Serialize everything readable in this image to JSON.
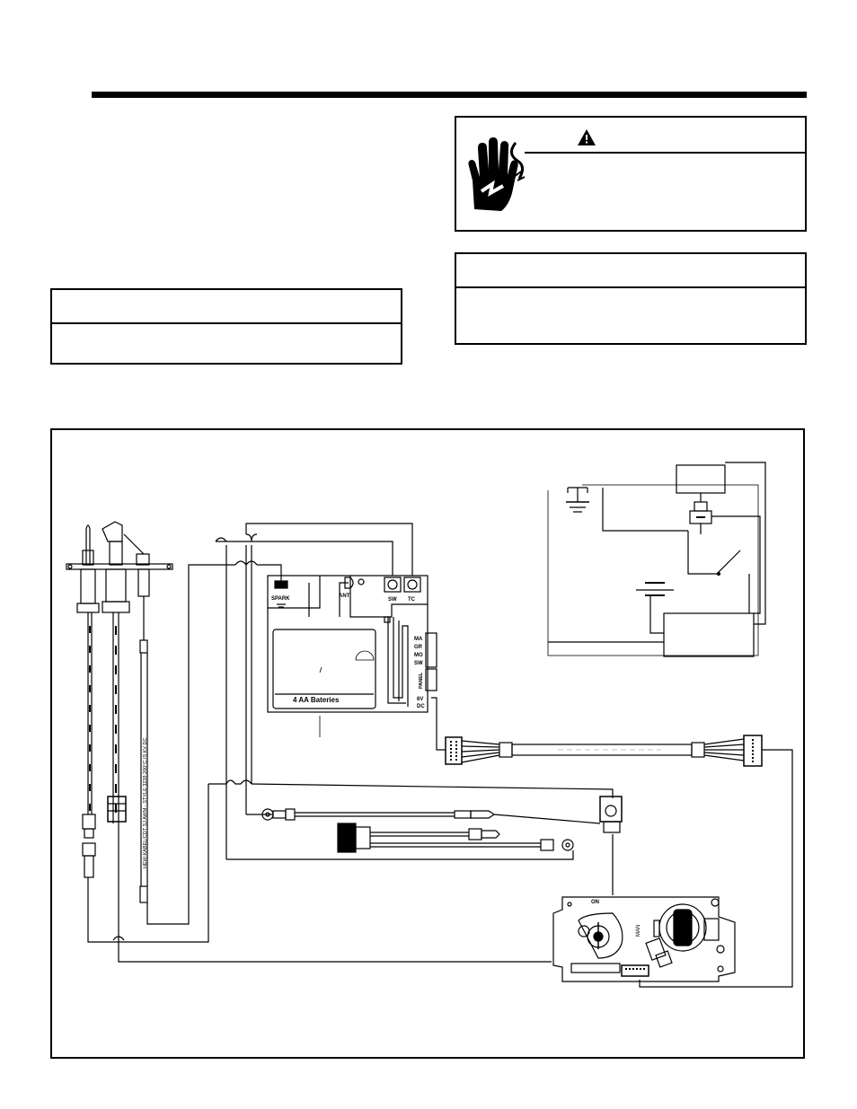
{
  "board": {
    "spark_label": "SPARK",
    "ant_label": "ANT",
    "sw_label": "SW",
    "tc_label": "TC",
    "ma_label": "MA",
    "gr_label": "GR",
    "mo_label": "MO",
    "sw2_label": "SW",
    "panel_label": "PANEL",
    "dc_label_1": "6V",
    "dc_label_2": "DC",
    "battery_label": "4  AA  Bateries"
  },
  "pilot": {
    "cable_text": "HEW-KABEL/CDT  SJ  AWM  -  STYLE  3239  200°C  IS  KV  DC"
  },
  "valve": {
    "on_label": "ON",
    "man_label": "MAN"
  }
}
